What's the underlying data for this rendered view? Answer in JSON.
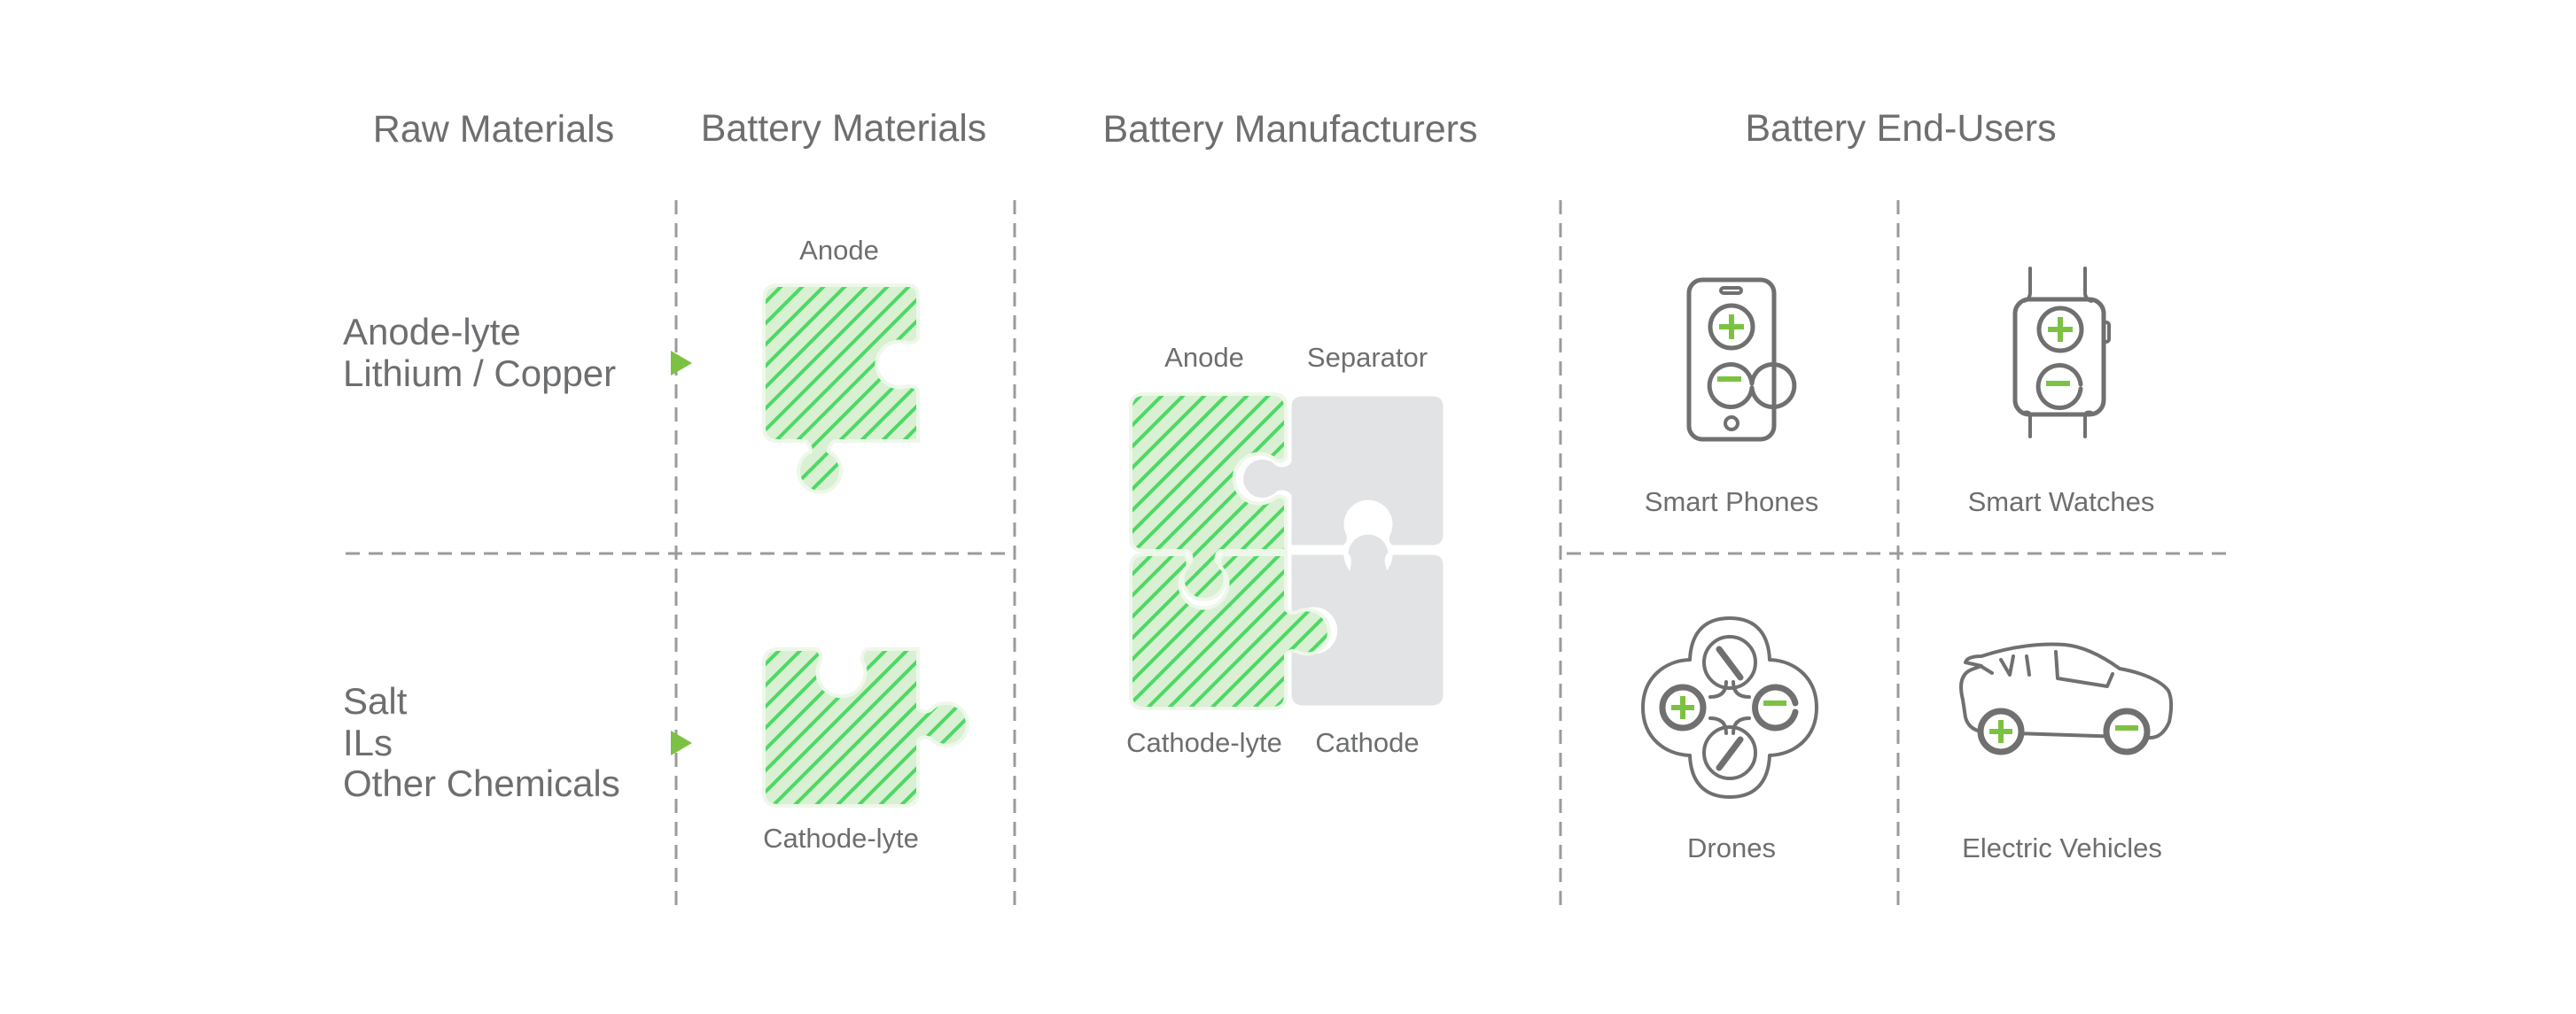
{
  "columns": {
    "raw_materials": "Raw Materials",
    "battery_materials": "Battery Materials",
    "battery_manufacturers": "Battery Manufacturers",
    "battery_end_users": "Battery End-Users"
  },
  "raw_materials": {
    "top": [
      "Anode-lyte",
      "Lithium / Copper"
    ],
    "bottom": [
      "Salt",
      "ILs",
      "Other Chemicals"
    ]
  },
  "battery_materials": {
    "top_label": "Anode",
    "bottom_label": "Cathode-lyte"
  },
  "battery_manufacturers": {
    "top_left": "Anode",
    "top_right": "Separator",
    "bottom_left": "Cathode-lyte",
    "bottom_right": "Cathode"
  },
  "end_users": {
    "smart_phones": "Smart Phones",
    "smart_watches": "Smart Watches",
    "drones": "Drones",
    "electric_vehicles": "Electric Vehicles"
  },
  "colors": {
    "accent_green": "#7cc242",
    "hatch_green": "#4cd964",
    "hatch_bg": "#d9f0d3",
    "separator_gray": "#e2e3e5",
    "text_gray": "#6d6e70",
    "divider_gray": "#9b9b9b"
  }
}
